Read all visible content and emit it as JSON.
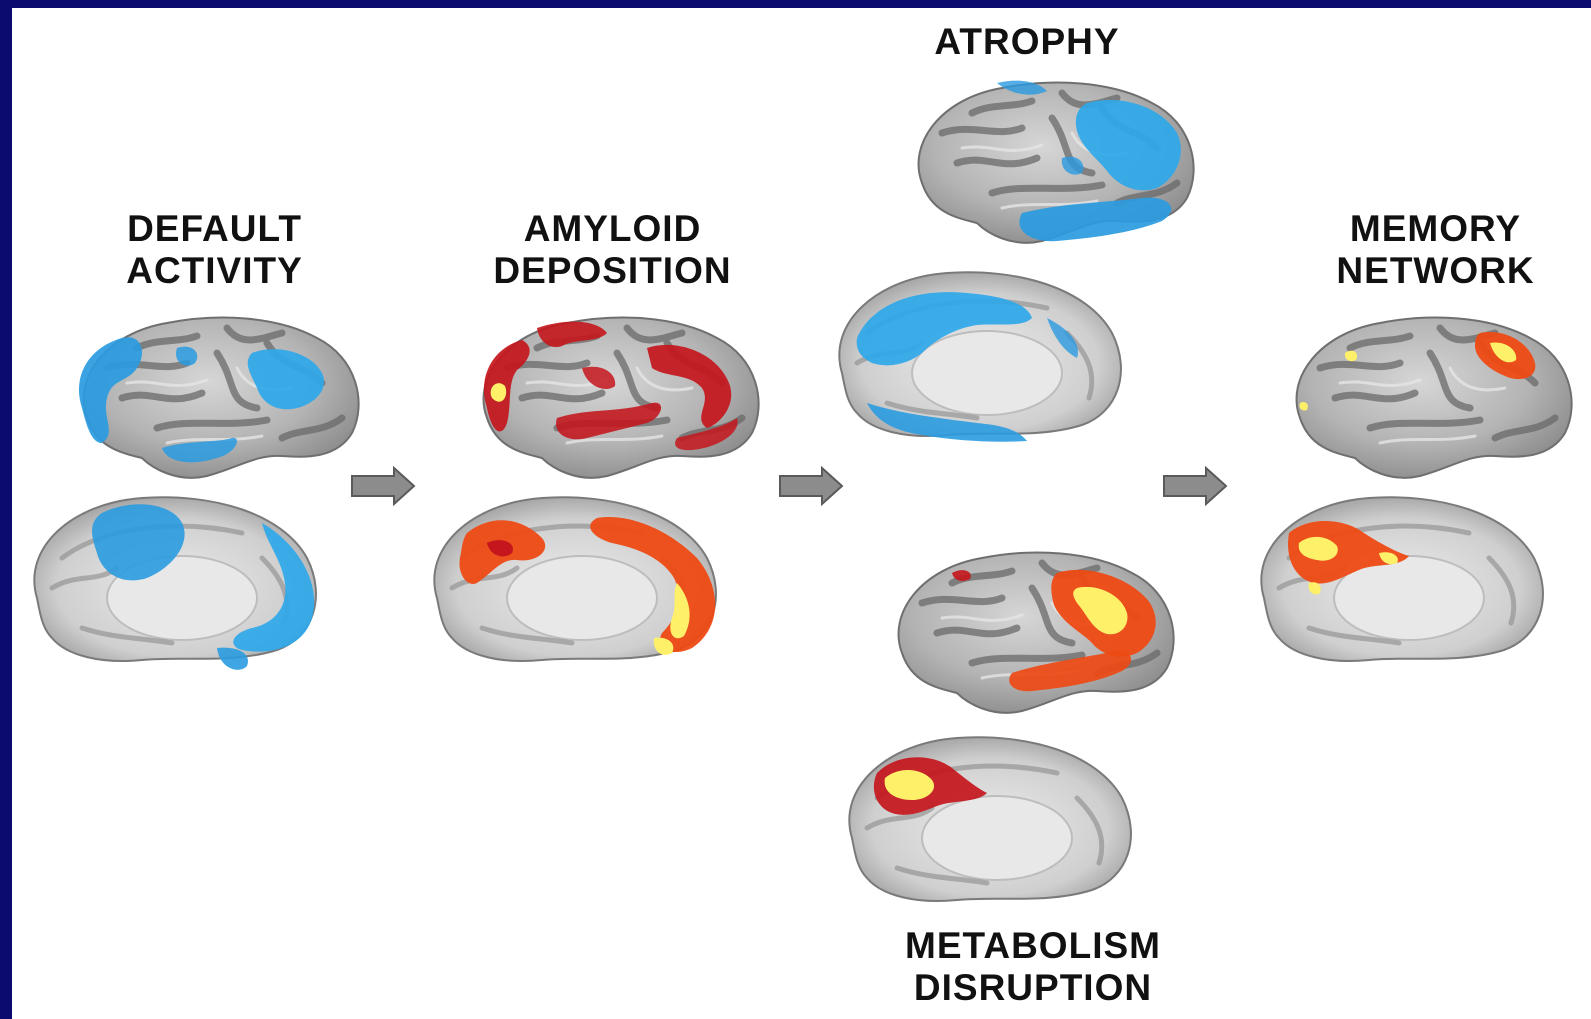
{
  "colors": {
    "frame": "#0b0b6e",
    "background": "#ffffff",
    "text": "#111111",
    "cortex_light": "#bdbdbd",
    "cortex_dark": "#6e6e6e",
    "medial_center": "#e4e4e4",
    "blue_activation": "#2a9be0",
    "red_activation": "#c4161c",
    "orange_activation": "#ee4a14",
    "yellow_activation": "#fff06a",
    "arrow": "#8c8c8c"
  },
  "panels": [
    {
      "id": "default",
      "title_lines": [
        "DEFAULT",
        "ACTIVITY"
      ],
      "overlay": "blue"
    },
    {
      "id": "amyloid",
      "title_lines": [
        "AMYLOID",
        "DEPOSITION"
      ],
      "overlay": "red"
    },
    {
      "id": "atrophy",
      "title_lines": [
        "ATROPHY"
      ],
      "overlay": "blue"
    },
    {
      "id": "metabolism",
      "title_lines": [
        "METABOLISM",
        "DISRUPTION"
      ],
      "overlay": "red-yellow"
    },
    {
      "id": "memory",
      "title_lines": [
        "MEMORY",
        "NETWORK"
      ],
      "overlay": "red-yellow"
    }
  ],
  "arrows": [
    "right-arrow",
    "right-arrow",
    "right-arrow"
  ]
}
